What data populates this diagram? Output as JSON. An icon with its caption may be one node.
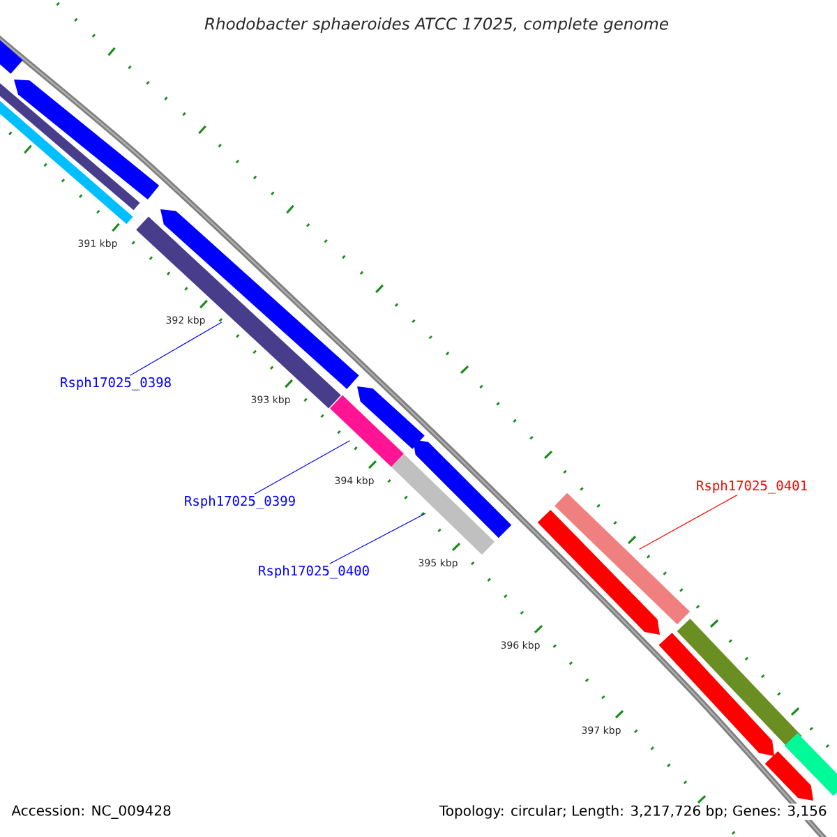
{
  "diagram": {
    "title": "Rhodobacter sphaeroides ATCC 17025, complete genome",
    "nodes": [
      {
        "text": [
          "Rsph17025_0398"
        ]
      },
      {
        "text": [],
        "shape": "bar"
      },
      {
        "text": [
          "Rsph17025_0399"
        ]
      },
      {
        "text": [],
        "shape": "bar"
      },
      {
        "text": [
          "Rsph17025_0400"
        ]
      },
      {
        "text": [],
        "shape": "bar"
      },
      {
        "text": [
          "Rsph17025_0401"
        ]
      },
      {
        "text": [],
        "shape": "bar"
      },
      {
        "text": [],
        "shape": "bar"
      },
      {
        "text": [],
        "shape": "arrow"
      },
      {
        "text": [],
        "shape": "arrow"
      },
      {
        "text": [],
        "shape": "arrow"
      },
      {
        "text": [],
        "shape": "arrow"
      },
      {
        "text": [],
        "shape": "bar"
      },
      {
        "text": [],
        "shape": "bar"
      },
      {
        "text": [],
        "shape": "arrow"
      },
      {
        "text": [],
        "shape": "arrow"
      },
      {
        "text": [],
        "shape": "arrow"
      },
      {
        "text": [],
        "shape": "bar"
      },
      {
        "text": [],
        "shape": "bar"
      }
    ],
    "edges": [
      {
        "from": 0,
        "to": 1,
        "arrow": "none"
      },
      {
        "from": 2,
        "to": 3,
        "arrow": "none"
      },
      {
        "from": 4,
        "to": 5,
        "arrow": "none"
      },
      {
        "from": 6,
        "to": 7,
        "arrow": "none",
        "color": "#ff0000"
      }
    ],
    "labels": [
      "391 kbp",
      "392 kbp",
      "393 kbp",
      "394 kbp",
      "395 kbp",
      "396 kbp",
      "397 kbp",
      "Accession: NC_009428",
      "Topology: circular; Length: 3,217,726 bp; Genes: 3,156"
    ]
  }
}
